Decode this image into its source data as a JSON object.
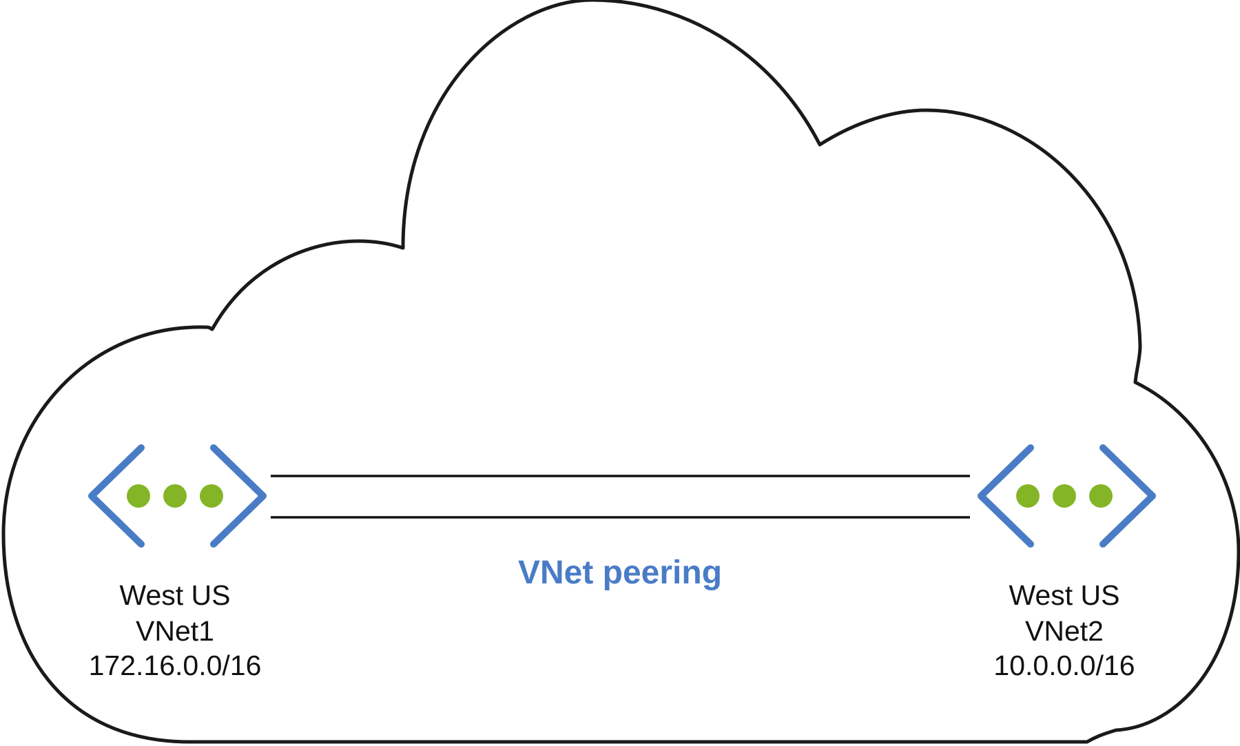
{
  "colors": {
    "cloud_outline": "#1a1a1a",
    "vnet_icon_bracket": "#4a7cc6",
    "vnet_icon_dot": "#84b527",
    "peering_label": "#4a7cc6",
    "link_line": "#111111"
  },
  "icons": {
    "cloud": "cloud-outline",
    "vnet": "virtual-network-icon"
  },
  "peering": {
    "label": "VNet peering"
  },
  "vnets": [
    {
      "region": "West US",
      "name": "VNet1",
      "cidr": "172.16.0.0/16"
    },
    {
      "region": "West US",
      "name": "VNet2",
      "cidr": "10.0.0.0/16"
    }
  ]
}
